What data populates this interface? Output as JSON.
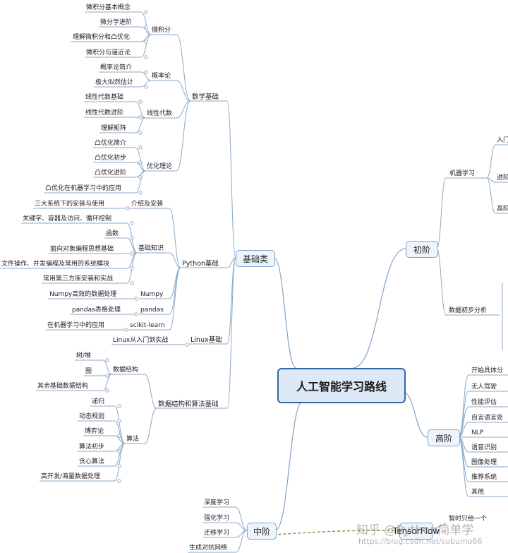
{
  "root": "人工智能学习路线",
  "basics": {
    "label": "基础类",
    "math": {
      "label": "数学基础",
      "calculus": {
        "label": "微积分",
        "items": [
          "微积分基本概念",
          "微分学进阶",
          "理解微积分和凸优化",
          "微积分与逼近论"
        ]
      },
      "probability": {
        "label": "概率论",
        "items": [
          "概率论简介",
          "极大似然估计"
        ]
      },
      "linear": {
        "label": "线性代数",
        "items": [
          "线性代数基础",
          "线性代数进阶",
          "理解矩阵"
        ]
      },
      "optimization": {
        "label": "优化理论",
        "items": [
          "凸优化简介",
          "凸优化初步",
          "凸优化进阶",
          "凸优化在机器学习中的应用"
        ]
      }
    },
    "python": {
      "label": "Python基础",
      "install": {
        "label": "介绍及安装",
        "item": "三大系统下的安装与使用"
      },
      "knowledge": {
        "label": "基础知识",
        "items": [
          "关键字、容器及访问、循环控制",
          "函数",
          "面向对象编程思想基础",
          "文件操作、并发编程及常用的系统模块",
          "常用第三方库安装和实战"
        ]
      },
      "numpy": {
        "label": "Numpy",
        "item": "Numpy高效的数据处理"
      },
      "pandas": {
        "label": "pandas",
        "item": "pandas表格处理"
      },
      "sklearn": {
        "label": "scikit-learn",
        "item": "在机器学习中的应用"
      }
    },
    "linux": {
      "label": "Linux基础",
      "item": "Linux从入门到实战"
    },
    "dsa": {
      "label": "数据结构和算法基础",
      "structures": {
        "label": "数据结构",
        "items": [
          "树/堆",
          "图",
          "其余基础数据结构"
        ]
      },
      "algorithms": {
        "label": "算法",
        "items": [
          "递归",
          "动态规划",
          "博弈论",
          "算法初步",
          "贪心算法",
          "高开发/海量数据处理"
        ]
      }
    }
  },
  "beginner": {
    "label": "初阶",
    "ml": {
      "label": "机器学习",
      "items": [
        "入门",
        "进阶",
        "高阶"
      ]
    },
    "data": {
      "label": "数据初步分析"
    }
  },
  "advanced": {
    "label": "高阶",
    "items": [
      "开始具体分",
      "无人驾驶",
      "性能评估",
      "自言语言处",
      "NLP",
      "语音识别",
      "图像处理",
      "推荐系统",
      "其他"
    ]
  },
  "intermediate": {
    "label": "中阶",
    "items": [
      "深度学习",
      "强化学习",
      "迁移学习",
      "生成对抗网络"
    ]
  },
  "project": {
    "label": "智时只给一个",
    "sub": "TensorFlow"
  },
  "watermark": {
    "zhihu": "知乎 @Python简单学",
    "blog": "https://blog.csdn.net/sobumo66"
  },
  "colors": {
    "line": "#8aa9c8",
    "box_border": "#7fa6cc",
    "root_border": "#2f6aa6",
    "dashed": "#7fa24a"
  }
}
